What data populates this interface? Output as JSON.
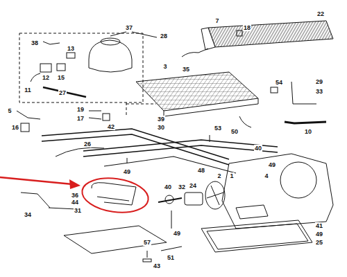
{
  "diagram": {
    "labels": [
      "37",
      "28",
      "38",
      "13",
      "12",
      "15",
      "11",
      "27",
      "7",
      "18",
      "22",
      "3",
      "35",
      "54",
      "29",
      "33",
      "19",
      "17",
      "42",
      "5",
      "16",
      "39",
      "30",
      "50",
      "53",
      "10",
      "40",
      "26",
      "49",
      "48",
      "49",
      "36",
      "40",
      "32",
      "24",
      "2",
      "1",
      "4",
      "44",
      "31",
      "34",
      "41",
      "49",
      "25",
      "49",
      "51",
      "57",
      "43"
    ]
  }
}
